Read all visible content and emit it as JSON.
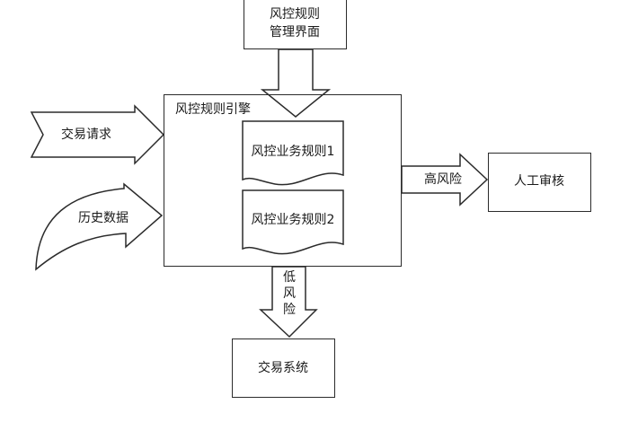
{
  "diagram": {
    "top_box": {
      "line1": "风控规则",
      "line2": "管理界面"
    },
    "engine": {
      "title": "风控规则引擎"
    },
    "rule1": "风控业务规则1",
    "rule2": "风控业务规则2",
    "input1": "交易请求",
    "input2": "历史数据",
    "high_risk": "高风险",
    "manual_review": "人工审核",
    "low_risk": {
      "ch1": "低",
      "ch2": "风",
      "ch3": "险"
    },
    "trade_system": "交易系统"
  }
}
